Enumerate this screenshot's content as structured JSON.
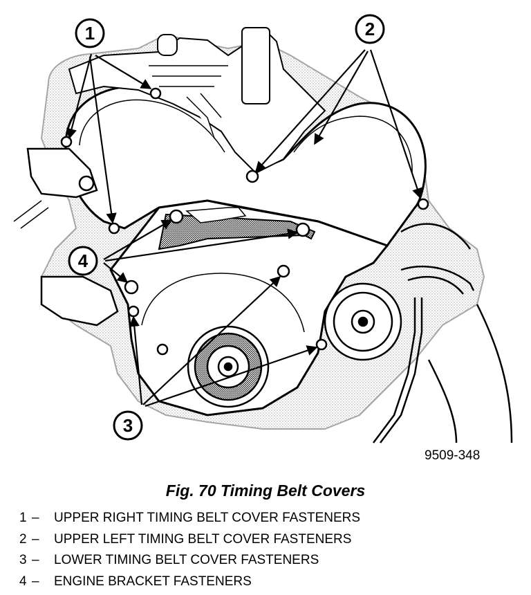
{
  "figure": {
    "code": "9509-348",
    "caption": "Fig. 70 Timing Belt Covers"
  },
  "callouts": [
    {
      "label": "1"
    },
    {
      "label": "2"
    },
    {
      "label": "3"
    },
    {
      "label": "4"
    }
  ],
  "legend": [
    {
      "num": "1",
      "dash": "–",
      "text": "UPPER RIGHT TIMING BELT COVER FASTENERS"
    },
    {
      "num": "2",
      "dash": "–",
      "text": "UPPER LEFT TIMING BELT COVER FASTENERS"
    },
    {
      "num": "3",
      "dash": "–",
      "text": "LOWER TIMING BELT COVER FASTENERS"
    },
    {
      "num": "4",
      "dash": "–",
      "text": "ENGINE BRACKET FASTENERS"
    }
  ]
}
